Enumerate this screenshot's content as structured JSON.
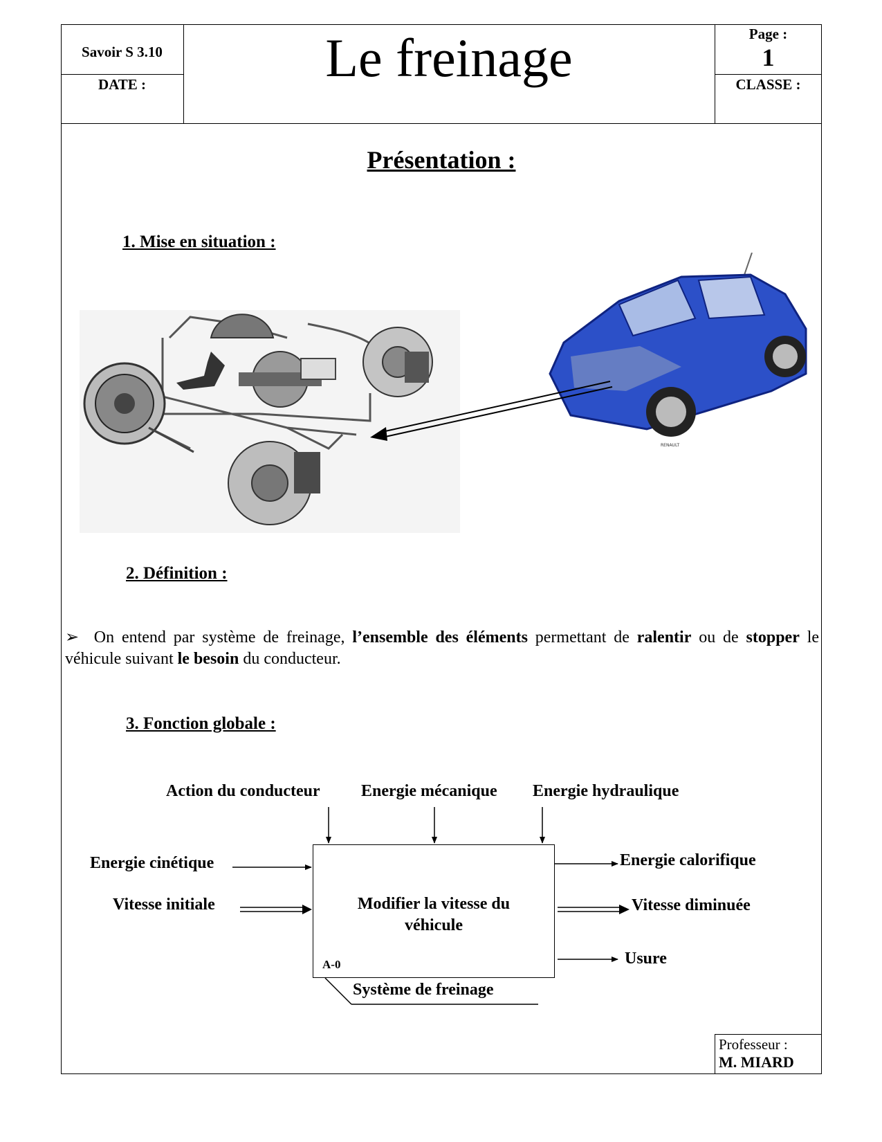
{
  "header": {
    "savoir": "Savoir S 3.10",
    "date_label": "DATE :",
    "title": "Le freinage",
    "page_label": "Page :",
    "page_number": "1",
    "classe_label": "CLASSE :"
  },
  "presentation": {
    "title": "Présentation :"
  },
  "section1": {
    "title": "1. Mise en situation :"
  },
  "illustration": {
    "car_logo_text": "RENAULT"
  },
  "section2": {
    "title": "2. Définition :",
    "bullet": "➢",
    "p1": "On entend par système de freinage, ",
    "b1": "l’ensemble des éléments",
    "p2": " permettant de ",
    "b2": "ralentir",
    "p3": " ou de ",
    "b3": "stopper",
    "p4": " le véhicule suivant ",
    "b4": "le besoin",
    "p5": " du conducteur."
  },
  "section3": {
    "title": "3. Fonction globale :"
  },
  "diagram": {
    "top_inputs": [
      "Action du conducteur",
      "Energie mécanique",
      "Energie hydraulique"
    ],
    "left_inputs": [
      "Energie cinétique",
      "Vitesse initiale"
    ],
    "right_outputs": [
      "Energie calorifique",
      "Vitesse diminuée",
      "Usure"
    ],
    "box_text_line1": "Modifier la vitesse du",
    "box_text_line2": "véhicule",
    "box_id": "A-0",
    "support": "Système de freinage"
  },
  "footer": {
    "professor_label": "Professeur :",
    "professor_name": "M. MIARD"
  }
}
